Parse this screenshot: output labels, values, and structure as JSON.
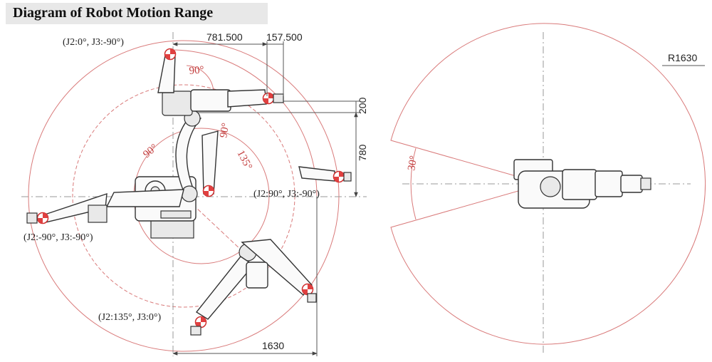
{
  "title": "Diagram of Robot Motion Range",
  "side_view": {
    "pose_labels": [
      "(J2:0°, J3:-90°)",
      "(J2:90°, J3:-90°)",
      "(J2:-90°, J3:-90°)",
      "(J2:135°, J3:0°)"
    ],
    "dimensions": {
      "top_a": "781.500",
      "top_b": "157.500",
      "right_a": "200",
      "right_b": "780",
      "bottom": "1630"
    },
    "angles": {
      "a1": "90°",
      "a2": "90°",
      "a3": "90°",
      "a4": "135°"
    }
  },
  "top_view": {
    "radius_label": "R1630",
    "angle_label": "30°"
  },
  "colors": {
    "range_line": "#d97a7a",
    "angle_text": "#c23b3b",
    "marker": "#e04040"
  }
}
